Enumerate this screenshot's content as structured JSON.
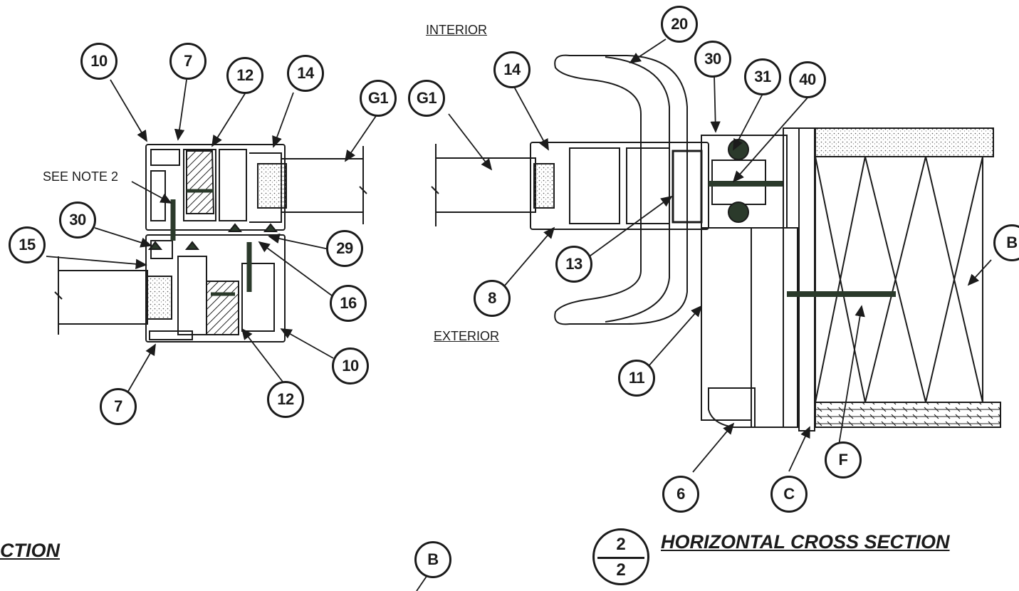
{
  "labels": {
    "interior": "INTERIOR",
    "exterior": "EXTERIOR",
    "see_note": "SEE NOTE 2",
    "left_title_fragment": "CTION",
    "section_title": "HORIZONTAL CROSS SECTION",
    "section_num_top": "2",
    "section_num_bottom": "2"
  },
  "callouts": {
    "l10a": "10",
    "l7a": "7",
    "l12a": "12",
    "l14a": "14",
    "lg1": "G1",
    "l30": "30",
    "l15": "15",
    "l29": "29",
    "l16": "16",
    "l10b": "10",
    "l7b": "7",
    "l12b": "12",
    "rg1": "G1",
    "r14": "14",
    "r20": "20",
    "r30": "30",
    "r31": "31",
    "r40": "40",
    "rb": "B",
    "r13": "13",
    "r8": "8",
    "r11": "11",
    "r6": "6",
    "rc": "C",
    "rf": "F",
    "bb": "B"
  }
}
